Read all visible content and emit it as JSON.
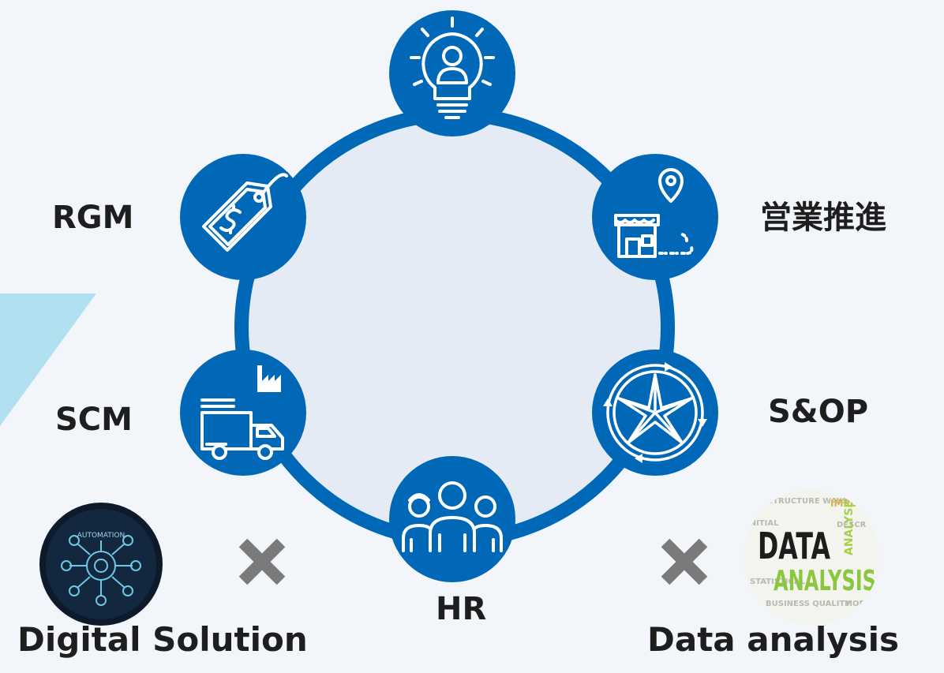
{
  "colors": {
    "node_fill": "#0068b7",
    "ring_stroke": "#0068b7",
    "ring_fill": "#e4ebf5",
    "arrow_fill": "#a6dced",
    "cross": "#7a7a7a",
    "background": "#f2f6fb"
  },
  "nodes": {
    "top": {
      "icon": "lightbulb-person-icon",
      "label": ""
    },
    "rgm": {
      "icon": "price-tag-icon",
      "label": "RGM"
    },
    "sales": {
      "icon": "store-location-icon",
      "label": "営業推進"
    },
    "scm": {
      "icon": "truck-factory-icon",
      "label": "SCM"
    },
    "sop": {
      "icon": "cycle-arrows-icon",
      "label": "S&OP"
    },
    "hr": {
      "icon": "team-people-icon",
      "label": "HR"
    }
  },
  "bottom": {
    "left_image": {
      "icon": "automation-network-icon",
      "text": "AUTOMATION"
    },
    "left_label": "Digital Solution",
    "right_image": {
      "icon": "data-analysis-word-cloud-icon",
      "text_main": "DATA",
      "text_sub": "ANALYSIS"
    },
    "right_label": "Data analysis",
    "cross_symbol": "×"
  }
}
